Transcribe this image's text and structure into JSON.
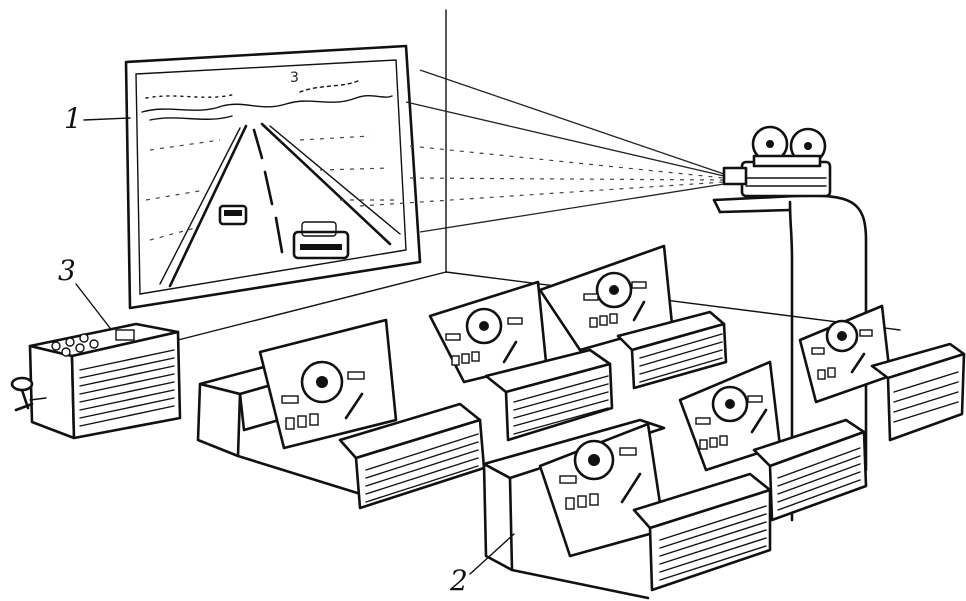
{
  "labels": {
    "screen": "1",
    "simulator": "2",
    "console": "3",
    "screen_sign": "3"
  }
}
